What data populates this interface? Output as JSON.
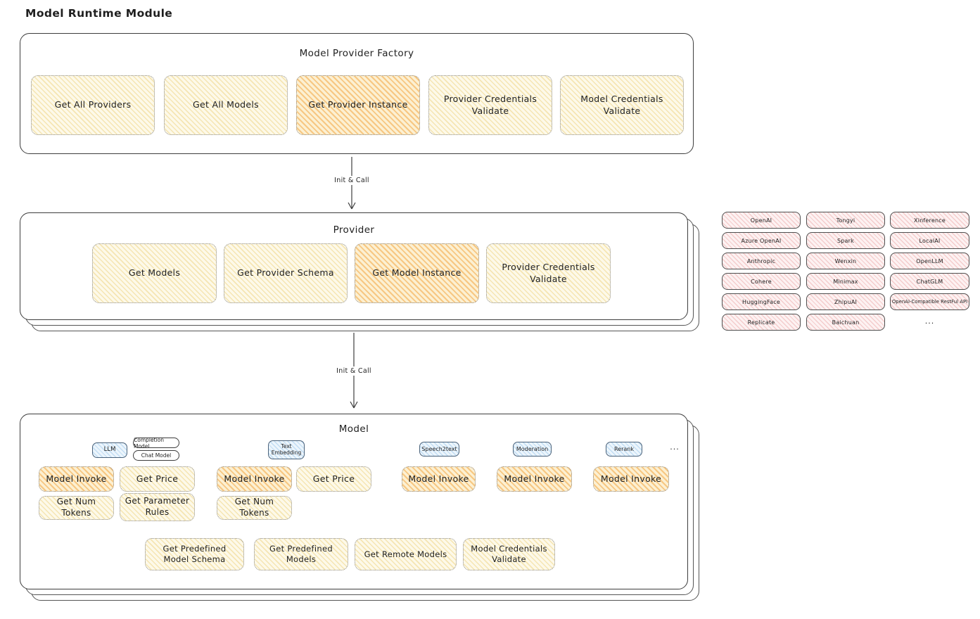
{
  "title": "Model Runtime Module",
  "colors": {
    "background": "#ffffff",
    "stroke": "#3d3d3d",
    "yellow_fill": "#fdf9e9",
    "orange_fill": "#fcf0d2",
    "pink_fill": "#fdf2f2",
    "blue_fill": "#ecf5fc"
  },
  "arrows": [
    {
      "label": "Init & Call"
    },
    {
      "label": "Init & Call"
    }
  ],
  "factory": {
    "title": "Model Provider Factory",
    "buttons": [
      {
        "label": "Get All Providers",
        "variant": "yellow"
      },
      {
        "label": "Get All Models",
        "variant": "yellow"
      },
      {
        "label": "Get Provider Instance",
        "variant": "orange"
      },
      {
        "label": "Provider Credentials Validate",
        "variant": "yellow"
      },
      {
        "label": "Model Credentials Validate",
        "variant": "yellow"
      }
    ]
  },
  "provider": {
    "title": "Provider",
    "buttons": [
      {
        "label": "Get Models",
        "variant": "yellow"
      },
      {
        "label": "Get Provider Schema",
        "variant": "yellow"
      },
      {
        "label": "Get Model Instance",
        "variant": "orange"
      },
      {
        "label": "Provider Credentials Validate",
        "variant": "yellow"
      }
    ]
  },
  "provider_list": {
    "columns": [
      [
        "OpenAI",
        "Azure OpenAI",
        "Anthropic",
        "Cohere",
        "HuggingFace",
        "Replicate"
      ],
      [
        "Tongyi",
        "Spark",
        "Wenxin",
        "Minimax",
        "ZhipuAI",
        "Baichuan"
      ],
      [
        "Xinference",
        "LocalAI",
        "OpenLLM",
        "ChatGLM",
        "OpenAI-Compatible RestFul API"
      ]
    ],
    "more": "..."
  },
  "model": {
    "title": "Model",
    "type_tags": {
      "llm": "LLM",
      "completion": "Completion Model",
      "chat": "Chat Model",
      "text_embedding": "Text Embedding",
      "speech2text": "Speech2text",
      "moderation": "Moderation",
      "rerank": "Rerank"
    },
    "more": "...",
    "action_buttons": [
      {
        "label": "Model Invoke",
        "variant": "orange"
      },
      {
        "label": "Get Price",
        "variant": "yellow"
      },
      {
        "label": "Model Invoke",
        "variant": "orange"
      },
      {
        "label": "Get Price",
        "variant": "yellow"
      },
      {
        "label": "Model Invoke",
        "variant": "orange"
      },
      {
        "label": "Model Invoke",
        "variant": "orange"
      },
      {
        "label": "Model Invoke",
        "variant": "orange"
      },
      {
        "label": "Get Num Tokens",
        "variant": "yellow"
      },
      {
        "label": "Get Parameter Rules",
        "variant": "yellow"
      },
      {
        "label": "Get Num Tokens",
        "variant": "yellow"
      }
    ],
    "bottom_buttons": [
      {
        "label": "Get Predefined Model Schema"
      },
      {
        "label": "Get Predefined Models"
      },
      {
        "label": "Get Remote Models"
      },
      {
        "label": "Model Credentials Validate"
      }
    ]
  }
}
